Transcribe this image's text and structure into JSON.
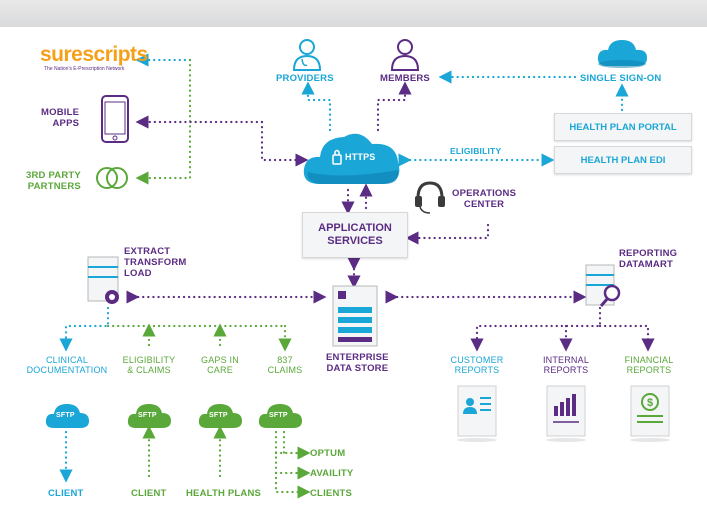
{
  "logo": {
    "name": "surescripts",
    "tagline": "The Nation's E-Prescription Network"
  },
  "labels": {
    "mobile_apps": "MOBILE\nAPPS",
    "third_party": "3RD PARTY\nPARTNERS",
    "providers": "PROVIDERS",
    "members": "MEMBERS",
    "single_sign_on": "SINGLE SIGN-ON",
    "https": "HTTPS",
    "eligibility": "ELIGIBILITY",
    "operations_center": "OPERATIONS\nCENTER",
    "application_services": "APPLICATION\nSERVICES",
    "etl": "EXTRACT\nTRANSFORM\nLOAD",
    "reporting_datamart": "REPORTING\nDATAMART",
    "enterprise_data_store": "ENTERPRISE\nDATA STORE",
    "sftp": "SFTP"
  },
  "portals": {
    "portal": "HEALTH PLAN PORTAL",
    "edi": "HEALTH PLAN EDI"
  },
  "feeds": [
    {
      "title": "CLINICAL\nDOCUMENTATION",
      "target": "CLIENT"
    },
    {
      "title": "ELIGIBILITY\n& CLAIMS",
      "target": "CLIENT"
    },
    {
      "title": "GAPS IN\nCARE",
      "target": "HEALTH PLANS"
    },
    {
      "title": "837\nCLAIMS",
      "targets": [
        "OPTUM",
        "AVAILITY",
        "CLIENTS"
      ]
    }
  ],
  "reports": [
    "CUSTOMER\nREPORTS",
    "INTERNAL\nREPORTS",
    "FINANCIAL\nREPORTS"
  ],
  "colors": {
    "purple": "#5b2c83",
    "cyan": "#1aa6d6",
    "green": "#5aa83a",
    "grey": "#a7a9ac"
  }
}
